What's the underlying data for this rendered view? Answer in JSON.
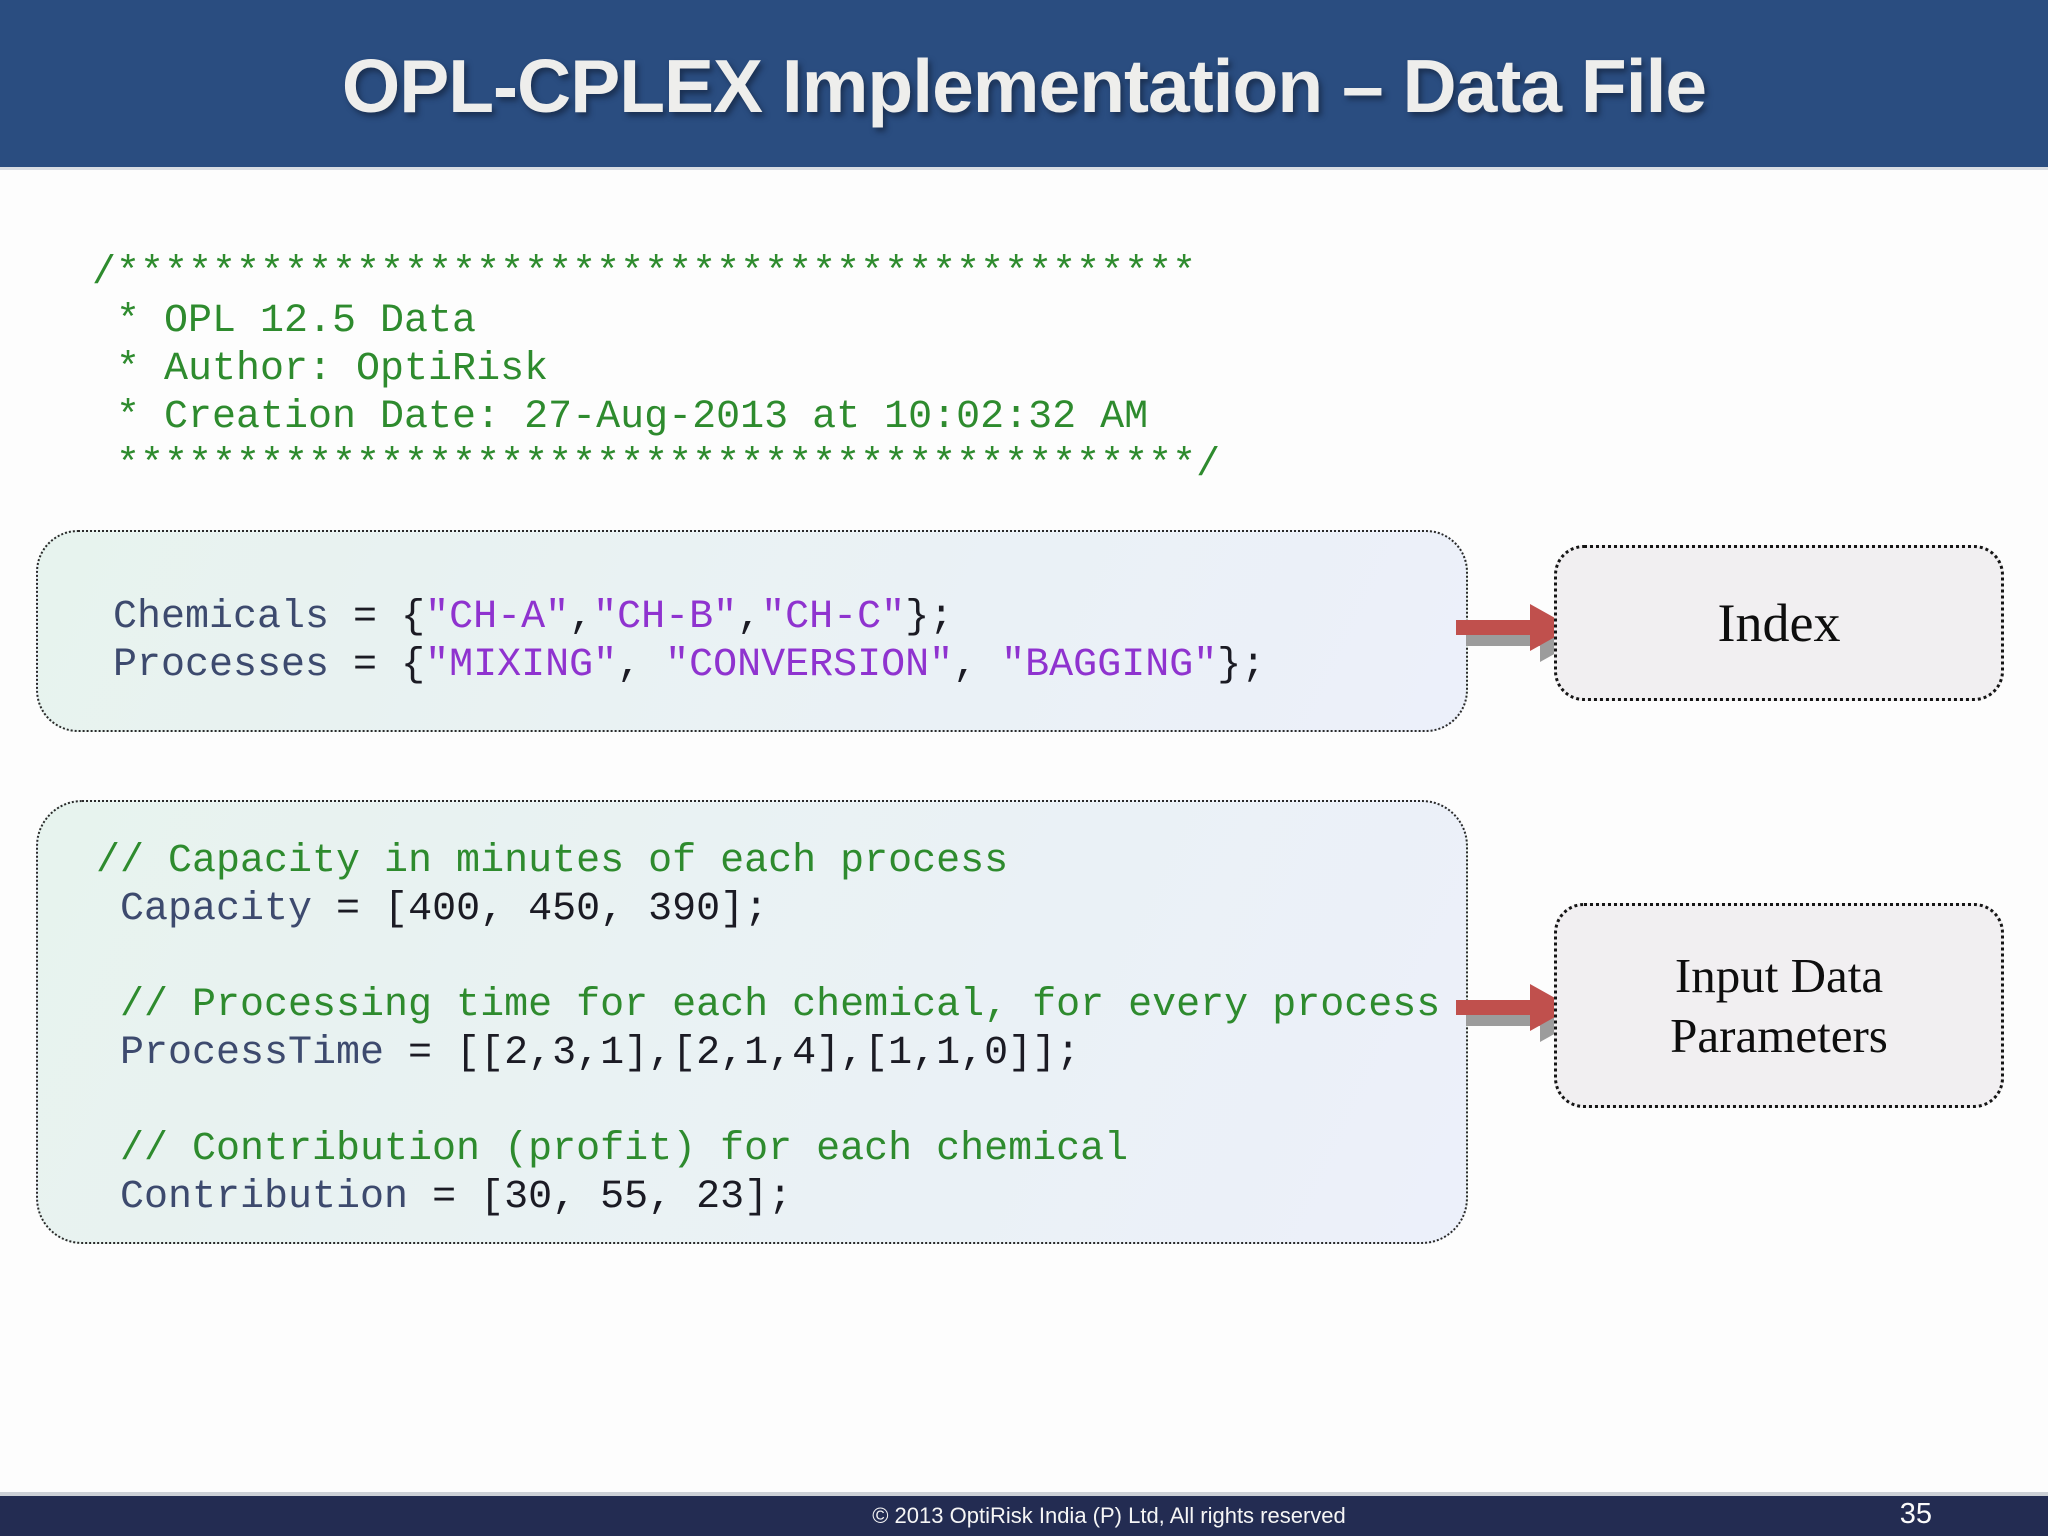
{
  "colors": {
    "header_bg": "#2a4d80",
    "header_text": "#eeeeec",
    "footer_bg": "#232c52",
    "comment_green": "#2e8b2e",
    "ident_color": "#3d4a6e",
    "string_color": "#8f33cf",
    "punct_color": "#1b1b24",
    "code_box_bg_left": "#e7f3ee",
    "code_box_bg_right": "#ecf0fa",
    "label_box_bg": "#f1eff1",
    "arrow_red": "#c0504d",
    "arrow_gray": "#9c9c9c"
  },
  "header": {
    "title": "OPL-CPLEX Implementation – Data File"
  },
  "file_comment": {
    "lines": [
      [
        {
          "c": "cm",
          "t": "/*********************************************"
        }
      ],
      [
        {
          "c": "cm",
          "t": " * OPL 12.5 Data"
        }
      ],
      [
        {
          "c": "cm",
          "t": " * Author: OptiRisk"
        }
      ],
      [
        {
          "c": "cm",
          "t": " * Creation Date: 27-Aug-2013 at 10:02:32 AM"
        }
      ],
      [
        {
          "c": "cm",
          "t": " *********************************************/"
        }
      ]
    ]
  },
  "index_code": {
    "lines": [
      [
        {
          "c": "id",
          "t": "Chemicals"
        },
        {
          "c": "pl",
          "t": " = {"
        },
        {
          "c": "st",
          "t": "\"CH-A\""
        },
        {
          "c": "pl",
          "t": ","
        },
        {
          "c": "st",
          "t": "\"CH-B\""
        },
        {
          "c": "pl",
          "t": ","
        },
        {
          "c": "st",
          "t": "\"CH-C\""
        },
        {
          "c": "pl",
          "t": "};"
        }
      ],
      [
        {
          "c": "id",
          "t": "Processes"
        },
        {
          "c": "pl",
          "t": " = {"
        },
        {
          "c": "st",
          "t": "\"MIXING\""
        },
        {
          "c": "pl",
          "t": ", "
        },
        {
          "c": "st",
          "t": "\"CONVERSION\""
        },
        {
          "c": "pl",
          "t": ", "
        },
        {
          "c": "st",
          "t": "\"BAGGING\""
        },
        {
          "c": "pl",
          "t": "};"
        }
      ]
    ]
  },
  "params_code": {
    "lines": [
      [
        {
          "c": "cm",
          "t": "// Capacity in minutes of each process"
        }
      ],
      [
        {
          "c": "id",
          "t": " Capacity"
        },
        {
          "c": "pl",
          "t": " = [400, 450, 390];"
        }
      ],
      [],
      [
        {
          "c": "cm",
          "t": " // Processing time for each chemical, for every process"
        }
      ],
      [
        {
          "c": "id",
          "t": " ProcessTime"
        },
        {
          "c": "pl",
          "t": " = [[2,3,1],[2,1,4],[1,1,0]];"
        }
      ],
      [],
      [
        {
          "c": "cm",
          "t": " // Contribution (profit) for each chemical"
        }
      ],
      [
        {
          "c": "id",
          "t": " Contribution"
        },
        {
          "c": "pl",
          "t": " = [30, 55, 23];"
        }
      ]
    ]
  },
  "annotations": {
    "index_label": "Index",
    "params_label": {
      "line1": "Input Data",
      "line2": "Parameters"
    }
  },
  "footer": {
    "copyright": "© 2013 OptiRisk India (P) Ltd, All rights reserved",
    "page_number": "35"
  }
}
